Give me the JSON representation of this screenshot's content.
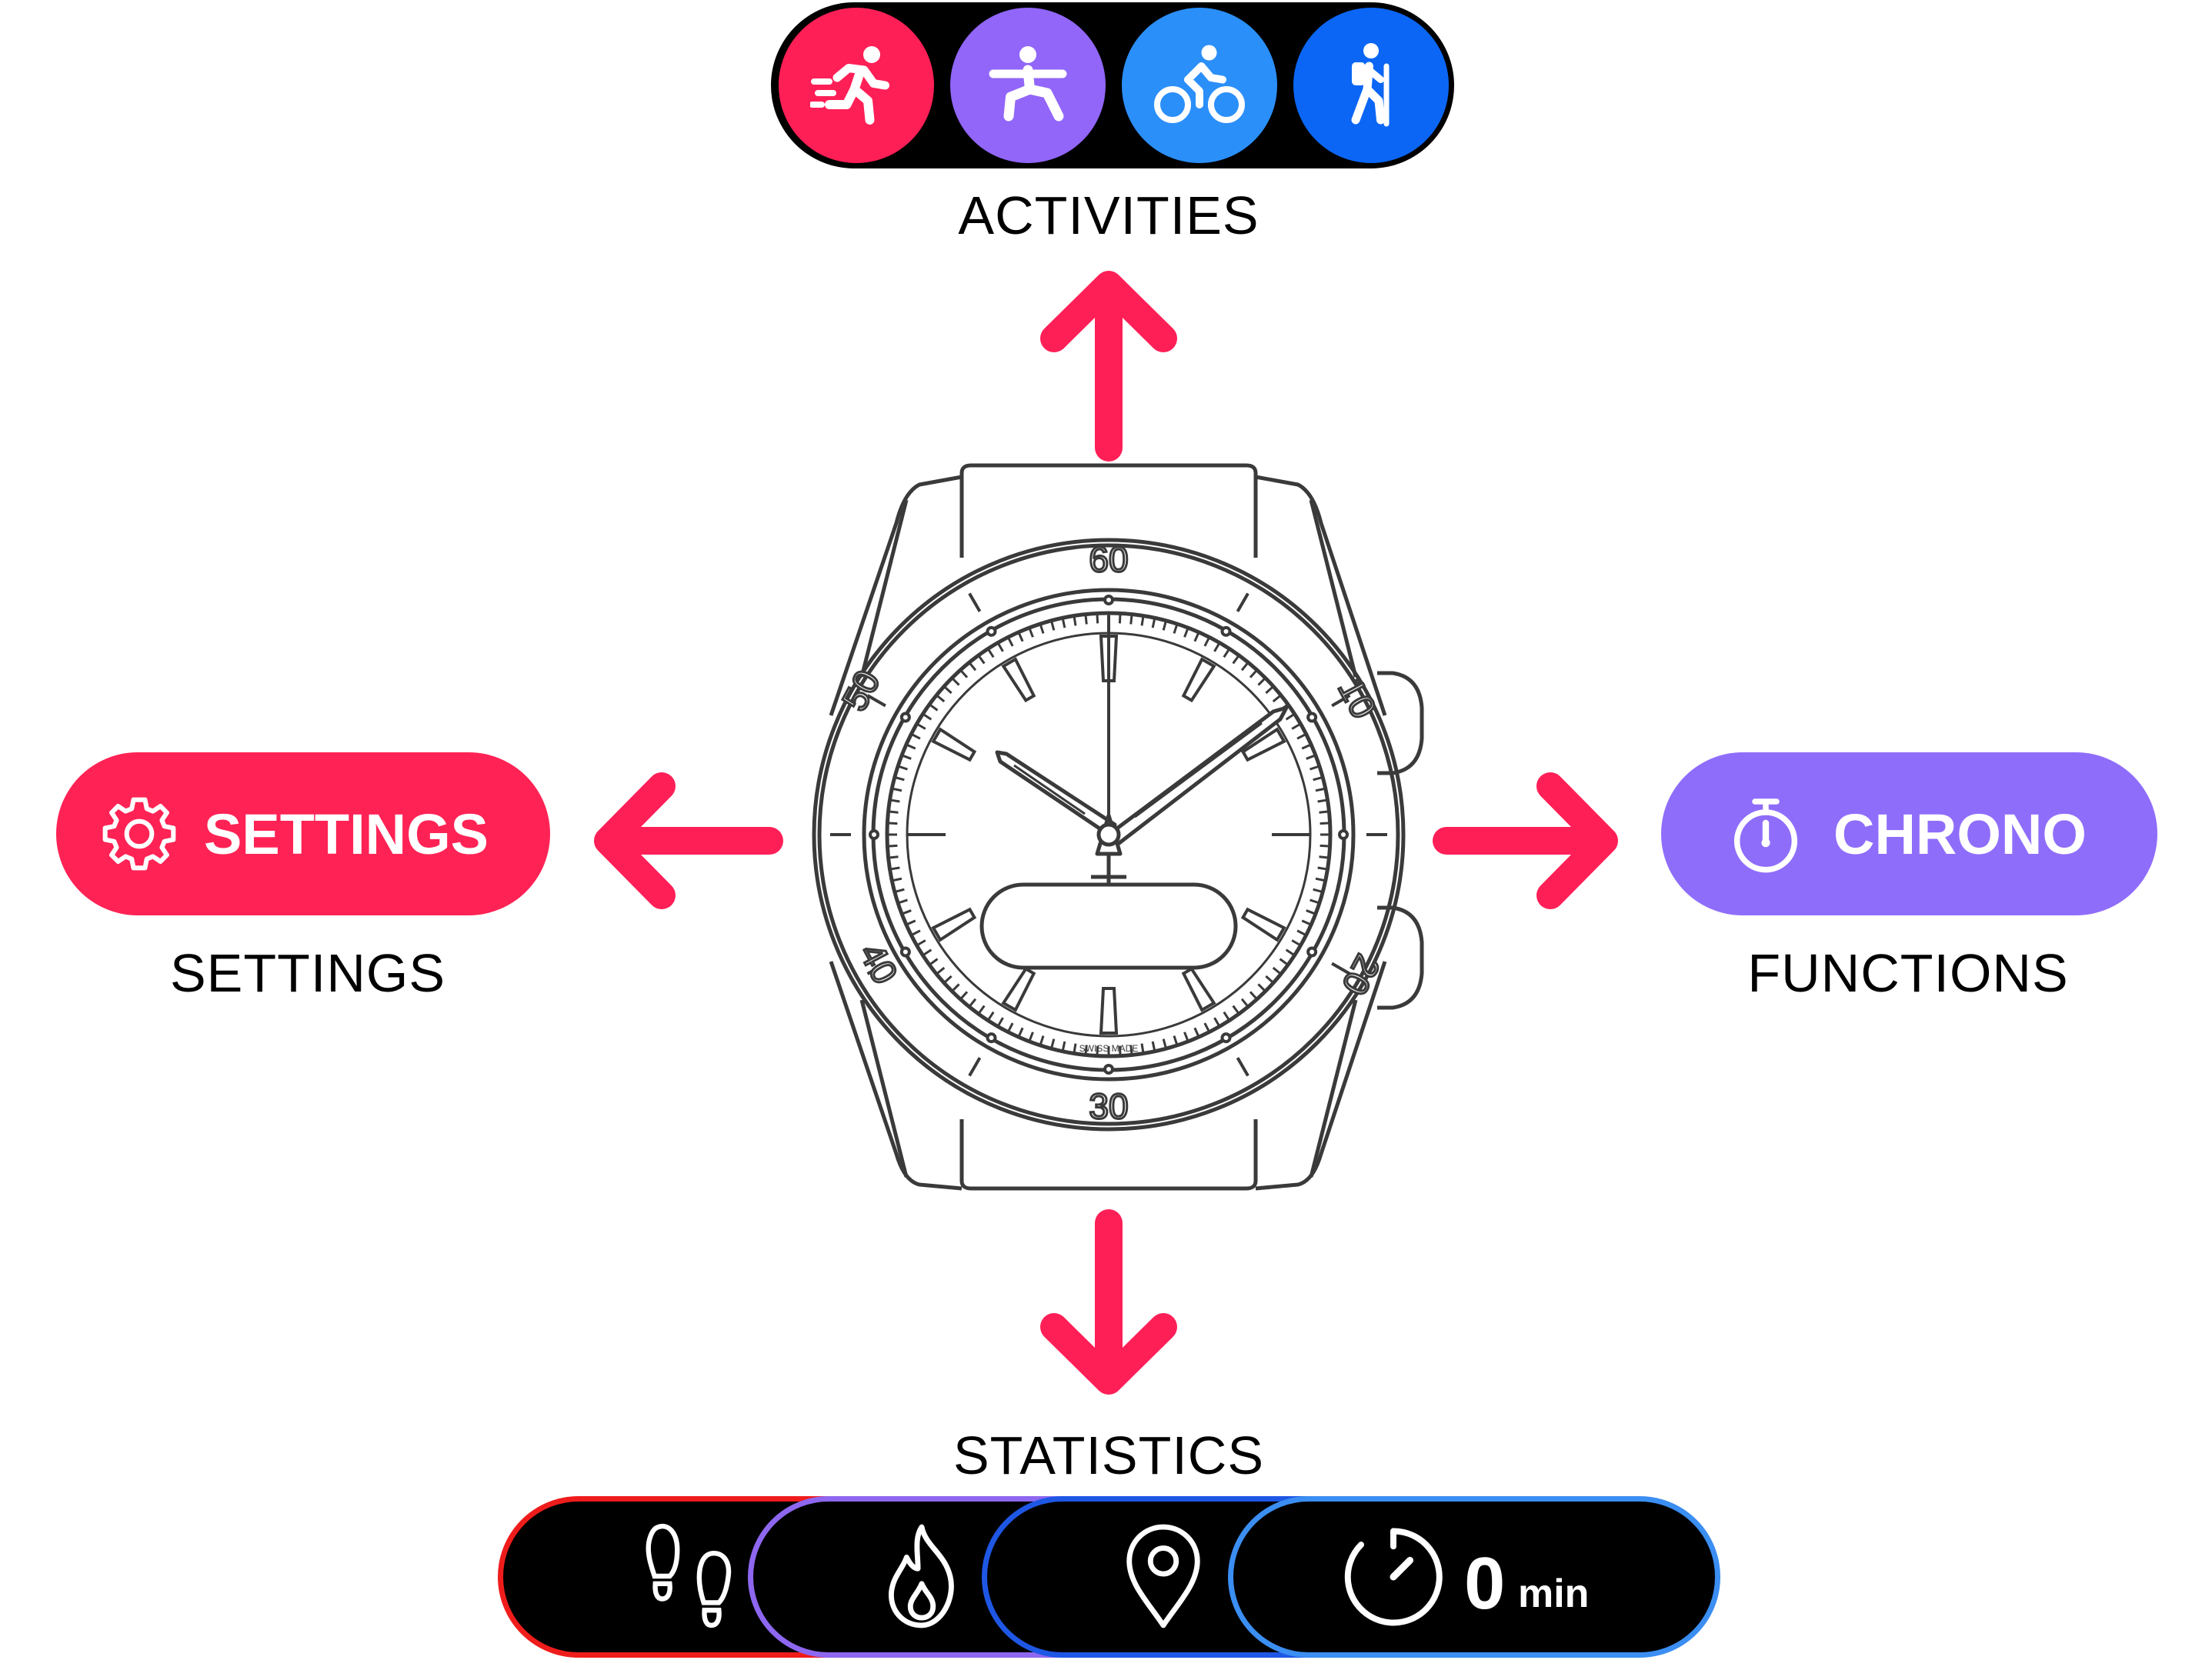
{
  "labels": {
    "activities": "ACTIVITIES",
    "settings": "SETTINGS",
    "functions": "FUNCTIONS",
    "statistics": "STATISTICS"
  },
  "settings_pill": {
    "label": "SETTINGS",
    "icon": "gear-icon",
    "color": "#ff2355"
  },
  "chrono_pill": {
    "label": "CHRONO",
    "icon": "stopwatch-icon",
    "color": "#8f6dfb"
  },
  "activities": [
    {
      "icon": "running-icon",
      "color": "#ff1f57"
    },
    {
      "icon": "yoga-icon",
      "color": "#9166f9"
    },
    {
      "icon": "cycling-icon",
      "color": "#2b8ff9"
    },
    {
      "icon": "hiking-icon",
      "color": "#0b66f5"
    }
  ],
  "statistics": {
    "segments": [
      {
        "icon": "footsteps-icon",
        "border": "#ef1c1c"
      },
      {
        "icon": "flame-icon",
        "border": "#8e67f0"
      },
      {
        "icon": "location-pin-icon",
        "border": "#1f57e5"
      },
      {
        "icon": "timer-icon",
        "border": "#3b8ef2"
      }
    ],
    "value": "0",
    "unit": "min"
  },
  "watch": {
    "bezel_numbers": [
      "60",
      "10",
      "20",
      "30",
      "40",
      "50"
    ],
    "dial_text": "SWISS MADE"
  },
  "arrow_color": "#ff1f57"
}
